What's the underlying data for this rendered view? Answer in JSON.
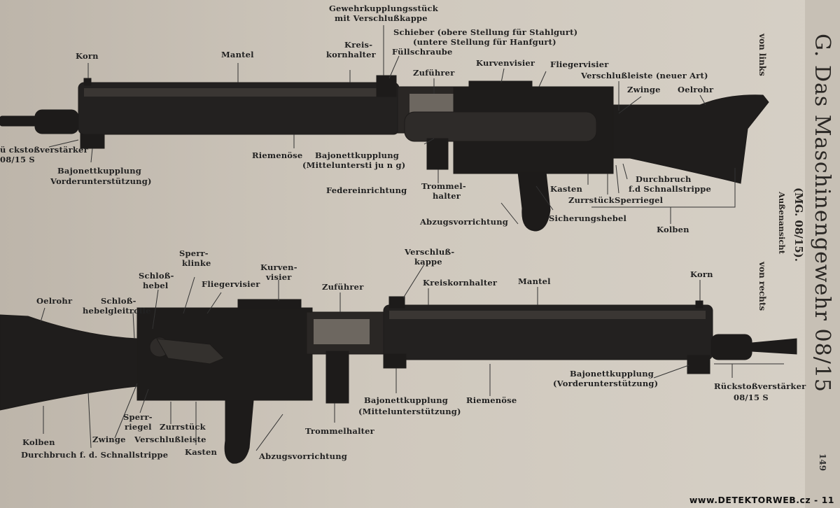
{
  "document": {
    "title": "G. Das Maschinengewehr 08/15",
    "subtitle": "(MG. 08/15).",
    "view_label": "Außenansicht",
    "view_left": "von links",
    "view_right": "von rechts",
    "page_number": "149",
    "watermark": "www.DETEKTORWEB.cz - 11"
  },
  "top_labels": {
    "korn": "Korn",
    "mantel": "Mantel",
    "gewehrkupplung_1": "Gewehrkupplungsstück",
    "gewehrkupplung_2": "mit Verschlußkappe",
    "schieber_1": "Schieber (obere Stellung für Stahlgurt)",
    "schieber_2": "(untere Stellung für Hanfgurt)",
    "kreiskornhalter_1": "Kreis-",
    "kreiskornhalter_2": "kornhalter",
    "fuellschraube": "Füllschraube",
    "zufuehrer": "Zuführer",
    "kurvenvisier": "Kurvenvisier",
    "fliegervisier": "Fliegervisier",
    "verschlussleiste": "Verschlußleiste (neuer Art)",
    "zwinge": "Zwinge",
    "oelrohr": "Oelrohr",
    "rueckstoss_1": "ü ckstoßverstärker",
    "rueckstoss_2": "08/15 S",
    "bajonett_vorder_1": "Bajonettkupplung",
    "bajonett_vorder_2": "Vorderunterstützung)",
    "riemenoese": "Riemenöse",
    "bajonett_mittel_1": "Bajonettkupplung",
    "bajonett_mittel_2": "(Mitteluntersti ju n g)",
    "federeinrichtung": "Federeinrichtung",
    "trommelhalter_1": "Trommel-",
    "trommelhalter_2": "halter",
    "abzugsvorrichtung": "Abzugsvorrichtung",
    "sicherungshebel": "Sicherungshebel",
    "kasten": "Kasten",
    "zurrstueck": "Zurrstück",
    "sperriegel": "Sperriegel",
    "durchbruch_1": "Durchbruch",
    "durchbruch_2": "f.d Schnallstrippe",
    "kolben": "Kolben"
  },
  "bottom_labels": {
    "oelrohr": "Oelrohr",
    "schlosshebelleitrolle_1": "Schloß-",
    "schlosshebelleitrolle_2": "hebelgleitrolle",
    "schlosshebel_1": "Schloß-",
    "schlosshebel_2": "hebel",
    "sperrklinke_1": "Sperr-",
    "sperrklinke_2": "klinke",
    "fliegervisier": "Fliegervisier",
    "kurvenvisier_1": "Kurven-",
    "kurvenvisier_2": "visier",
    "zufuehrer": "Zuführer",
    "verschlusskappe_1": "Verschluß-",
    "verschlusskappe_2": "kappe",
    "kreiskornhalter": "Kreiskornhalter",
    "mantel": "Mantel",
    "korn": "Korn",
    "bajonett_vorder_1": "Bajonettkupplung",
    "bajonett_vorder_2": "(Vorderunterstützung)",
    "rueckstoss_1": "Rückstoßverstärker",
    "rueckstoss_2": "08/15 S",
    "riemenoese": "Riemenöse",
    "bajonett_mittel_1": "Bajonettkupplung",
    "bajonett_mittel_2": "(Mittelunterstützung)",
    "trommelhalter": "Trommelhalter",
    "abzugsvorrichtung": "Abzugsvorrichtung",
    "kasten": "Kasten",
    "zurrstueck": "Zurrstück",
    "sperriegel_1": "Sperr-",
    "sperriegel_2": "riegel",
    "zwinge": "Zwinge",
    "verschlussleiste": "Verschlußleiste",
    "kolben": "Kolben",
    "durchbruch": "Durchbruch f. d. Schnallstrippe"
  }
}
